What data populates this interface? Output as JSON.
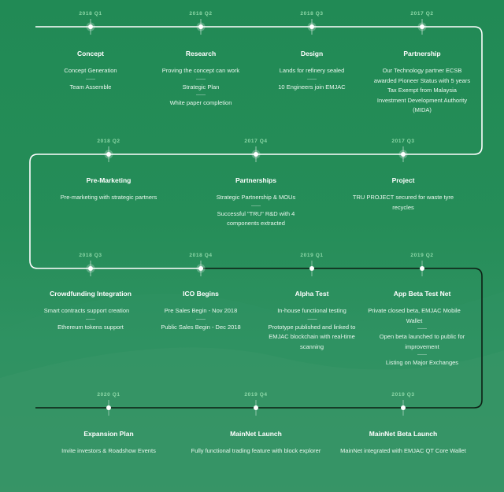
{
  "milestones": [
    {
      "date": "2018 Q1",
      "title": "Concept",
      "items": [
        "Concept Generation",
        "Team Assemble"
      ]
    },
    {
      "date": "2018 Q2",
      "title": "Research",
      "items": [
        "Proving the concept can work",
        "Strategic Plan",
        "White paper completion"
      ]
    },
    {
      "date": "2018 Q3",
      "title": "Design",
      "items": [
        "Lands for refinery sealed",
        "10 Engineers join EMJAC"
      ]
    },
    {
      "date": "2017 Q2",
      "title": "Partnership",
      "items": [
        "Our Technology partner ECSB awarded Pioneer Status with 5 years Tax Exempt from Malaysia Investment Development Authority (MIDA)"
      ]
    },
    {
      "date": "2018 Q2",
      "title": "Pre-Marketing",
      "items": [
        "Pre-marketing with strategic partners"
      ]
    },
    {
      "date": "2017 Q4",
      "title": "Partnerships",
      "items": [
        "Strategic Partnership & MOUs",
        "Successful \"TRU\" R&D with 4 components extracted"
      ]
    },
    {
      "date": "2017 Q3",
      "title": "Project",
      "items": [
        "TRU PROJECT secured for waste tyre recycles"
      ]
    },
    {
      "date": "2018 Q3",
      "title": "Crowdfunding Integration",
      "items": [
        "Smart contracts support creation",
        "Ethereum tokens support"
      ]
    },
    {
      "date": "2018 Q4",
      "title": "ICO Begins",
      "items": [
        "Pre Sales Begin - Nov 2018",
        "Public Sales Begin - Dec 2018"
      ]
    },
    {
      "date": "2019 Q1",
      "title": "Alpha Test",
      "items": [
        "In-house functional testing",
        "Prototype published and linked to EMJAC blockchain with real-time scanning"
      ]
    },
    {
      "date": "2019 Q2",
      "title": "App Beta Test Net",
      "items": [
        "Private closed beta, EMJAC Mobile Wallet",
        "Open beta launched to public for improvement",
        "Listing on Major Exchanges"
      ]
    },
    {
      "date": "2020 Q1",
      "title": "Expansion Plan",
      "items": [
        "Invite investors & Roadshow Events"
      ]
    },
    {
      "date": "2019 Q4",
      "title": "MainNet Launch",
      "items": [
        "Fully functional trading feature with block explorer"
      ]
    },
    {
      "date": "2019 Q3",
      "title": "MainNet Beta Launch",
      "items": [
        "MainNet integrated with EMJAC QT Core Wallet"
      ]
    }
  ]
}
